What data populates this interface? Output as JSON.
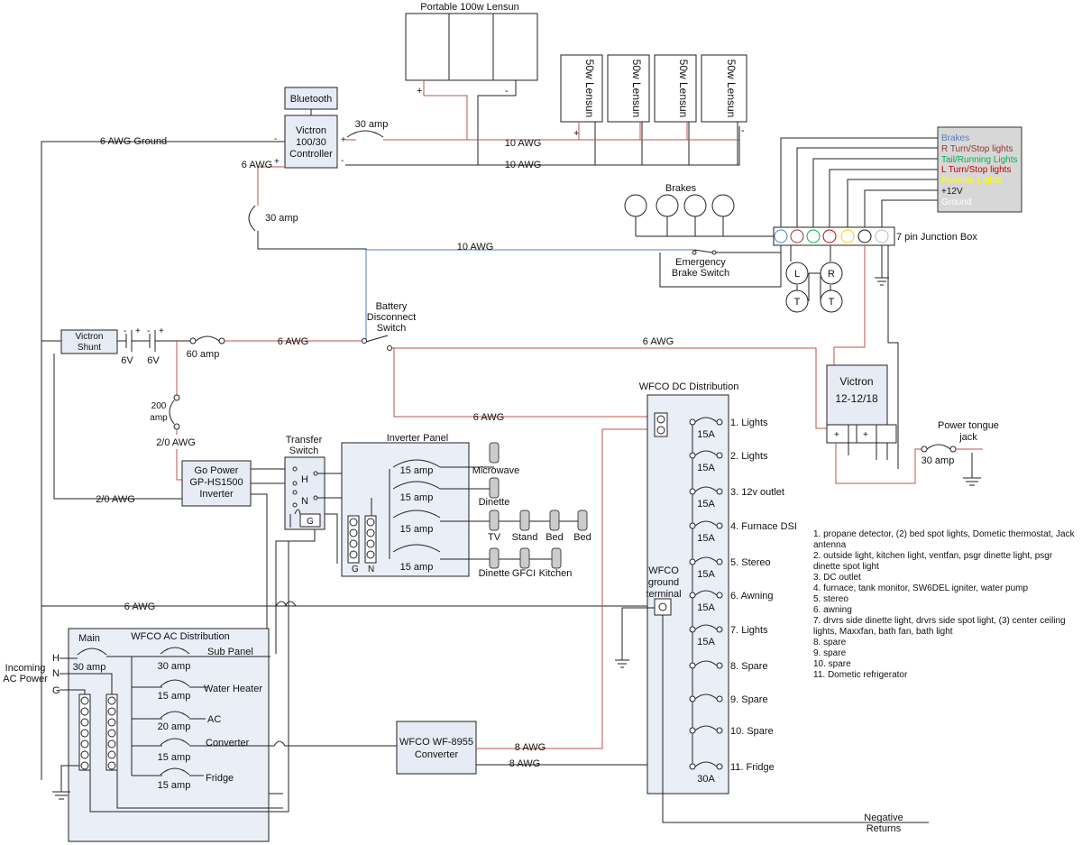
{
  "solar": {
    "portable_title": "Portable 100w Lensun",
    "portable_plus": "+",
    "portable_minus": "-",
    "panels": [
      "50w Lensun",
      "50w Lensun",
      "50w Lensun",
      "50w Lensun"
    ],
    "panel_plus": "+",
    "panel_minus": "-"
  },
  "controller": {
    "bluetooth": "Bluetooth",
    "name_line1": "Victron",
    "name_line2": "100/30",
    "name_line3": "Controller",
    "plus_label": "+",
    "minus_label": "-",
    "fuse_label": "30 amp"
  },
  "wire_labels": {
    "ground": "6 AWG Ground",
    "pv_10awg_top": "10 AWG",
    "pv_10awg_bottom": "10 AWG",
    "ctrl_6awg": "6 AWG",
    "ctrl_fuse": "30 amp",
    "brake_10awg": "10 AWG",
    "batt_6awg": "6 AWG",
    "main_6awg": "6 AWG",
    "dist_6awg": "6 AWG",
    "inv_2_0_awg": "2/0 AWG",
    "inv_2_0_awg_left": "2/0 AWG",
    "ground_6awg": "6 AWG",
    "conv_8awg_top": "8 AWG",
    "conv_8awg_bottom": "8 AWG"
  },
  "battery": {
    "shunt_line1": "Victron",
    "shunt_line2": "Shunt",
    "batt1": "6V",
    "batt2": "6V",
    "fuse_main": "60 amp",
    "fuse_200_line1": "200",
    "fuse_200_line2": "amp",
    "disconnect_line1": "Battery",
    "disconnect_line2": "Disconnect",
    "disconnect_line3": "Switch"
  },
  "brakes": {
    "title": "Brakes",
    "emergency_line1": "Emergency",
    "emergency_line2": "Brake Switch",
    "junction": "7 pin Junction Box",
    "lamps": [
      "L",
      "R",
      "T",
      "T"
    ]
  },
  "legend": {
    "items": [
      {
        "label": "Brakes",
        "color": "#4f81bd"
      },
      {
        "label": "R Turn/Stop lights",
        "color": "#943634"
      },
      {
        "label": "Tail/Running Lights",
        "color": "#00b050"
      },
      {
        "label": "L Turn/Stop lights",
        "color": "#c00000"
      },
      {
        "label": "Reverse Lights",
        "color": "#ffff00"
      },
      {
        "label": "+12V",
        "color": "#111111"
      },
      {
        "label": "Ground",
        "color": "#ffffff"
      }
    ]
  },
  "victron_dcdc": {
    "line1": "Victron",
    "line2": "12-12/18",
    "tongue_line1": "Power tongue",
    "tongue_line2": "jack",
    "tongue_fuse": "30 amp"
  },
  "inverter": {
    "line1": "Go Power",
    "line2": "GP-HS1500",
    "line3": "Inverter",
    "transfer_line1": "Transfer",
    "transfer_line2": "Switch",
    "h": "H",
    "n": "N",
    "g": "G",
    "panel_title": "Inverter Panel",
    "breakers": [
      "15 amp",
      "15 amp",
      "15 amp",
      "15 amp"
    ],
    "bus_g": "G",
    "bus_n": "N",
    "outlets": [
      "Microwave",
      "Dinette",
      "TV",
      "Stand",
      "Bed",
      "Bed",
      "Dinette",
      "GFCI",
      "Kitchen"
    ]
  },
  "ac_dist": {
    "title": "WFCO AC Distribution",
    "main": "Main",
    "main_amp": "30 amp",
    "incoming_line1": "Incoming",
    "incoming_line2": "AC Power",
    "h": "H",
    "n": "N",
    "g": "G",
    "circuits": [
      {
        "name": "Sub Panel",
        "amp": "30 amp"
      },
      {
        "name": "Water Heater",
        "amp": "15 amp"
      },
      {
        "name": "AC",
        "amp": "20 amp"
      },
      {
        "name": "Converter",
        "amp": "15 amp"
      },
      {
        "name": "Fridge",
        "amp": "15 amp"
      }
    ]
  },
  "converter": {
    "line1": "WFCO WF-8955",
    "line2": "Converter"
  },
  "dc_dist": {
    "title": "WFCO DC Distribution",
    "ground_line1": "WFCO",
    "ground_line2": "ground",
    "ground_line3": "terminal",
    "circuits": [
      {
        "name": "1. Lights",
        "amp": "15A"
      },
      {
        "name": "2. Lights",
        "amp": "15A"
      },
      {
        "name": "3. 12v outlet",
        "amp": "15A"
      },
      {
        "name": "4. Furnace DSI",
        "amp": "15A"
      },
      {
        "name": "5. Stereo",
        "amp": "15A"
      },
      {
        "name": "6. Awning",
        "amp": "15A"
      },
      {
        "name": "7. Lights",
        "amp": "15A"
      },
      {
        "name": "8. Spare",
        "amp": ""
      },
      {
        "name": "9. Spare",
        "amp": ""
      },
      {
        "name": "10. Spare",
        "amp": ""
      },
      {
        "name": "11. Fridge",
        "amp": "30A"
      }
    ],
    "negative_line1": "Negative",
    "negative_line2": "Returns"
  },
  "notes": [
    "1. propane detector, (2) bed spot lights, Dometic thermostat, Jack antenna",
    "2. outside light, kitchen light, ventfan, psgr dinette light, psgr dinette spot light",
    "3. DC outlet",
    "4. furnace, tank monitor, SW6DEL igniter, water pump",
    "5. stereo",
    "6. awning",
    "7. drvrs side dinette light, drvrs side spot light, (3) center ceiling lights, Maxxfan, bath fan, bath light",
    "8. spare",
    "9. spare",
    "10. spare",
    "11. Dometic refrigerator"
  ]
}
